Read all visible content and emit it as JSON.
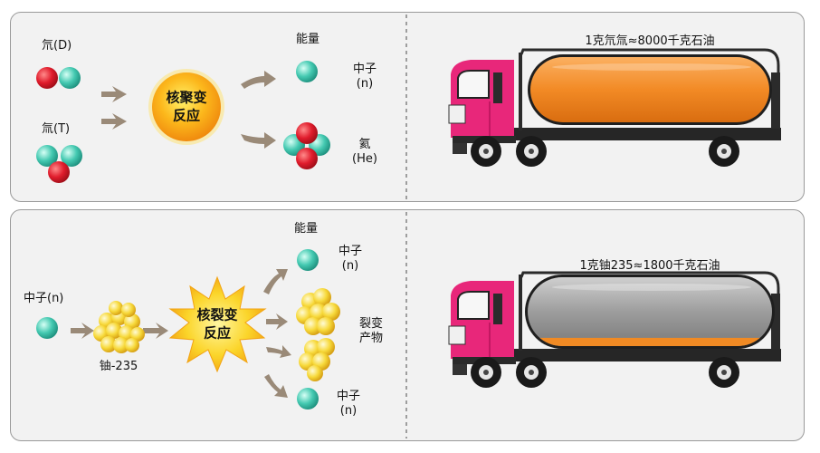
{
  "fusion": {
    "deuterium_label": "氘(D)",
    "tritium_label": "氚(T)",
    "reaction_label_line1": "核聚变",
    "reaction_label_line2": "反应",
    "energy_label": "能量",
    "neutron_label_line1": "中子",
    "neutron_label_line2": "(n)",
    "helium_label_line1": "氦",
    "helium_label_line2": "(He)",
    "truck_caption": "1克氘氚≈8000千克石油",
    "tank_fill_fraction": 1.0
  },
  "fission": {
    "neutron_in_label": "中子(n)",
    "uranium_label": "铀-235",
    "reaction_label_line1": "核裂变",
    "reaction_label_line2": "反应",
    "energy_label": "能量",
    "neutron_top_line1": "中子",
    "neutron_top_line2": "(n)",
    "products_line1": "裂变",
    "products_line2": "产物",
    "neutron_bottom_line1": "中子",
    "neutron_bottom_line2": "(n)",
    "truck_caption": "1克铀235≈1800千克石油",
    "tank_fill_fraction": 0.12
  },
  "colors": {
    "proton": "#d9172a",
    "neutron": "#3cc8b0",
    "uranium": "#f5d23a",
    "reaction_core": "#f7a51d",
    "arrow": "#9a8a78",
    "truck_cab": "#e8277a",
    "tank_oil": "#f08a24",
    "tank_empty": "#9c9c9c",
    "panel_bg": "#f2f2f2"
  }
}
